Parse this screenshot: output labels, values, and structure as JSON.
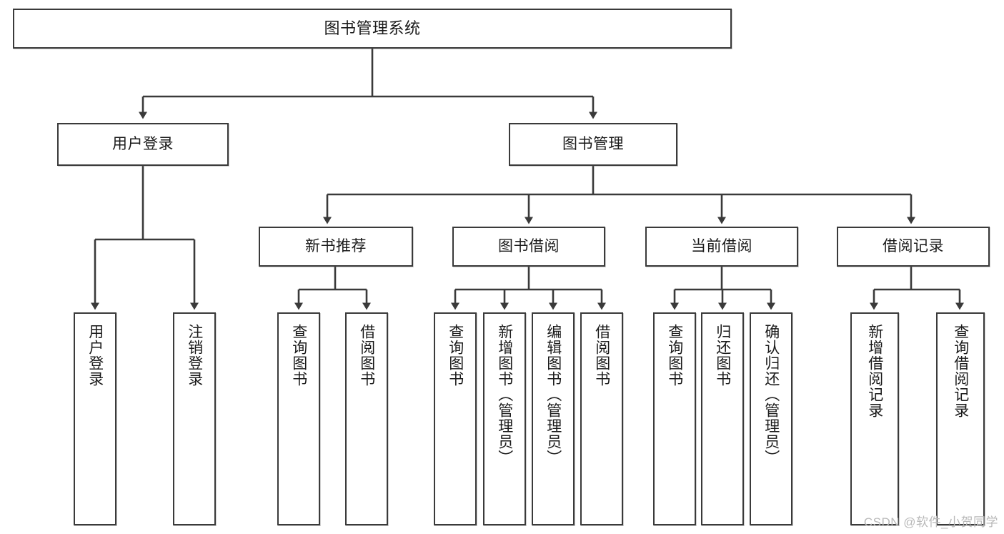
{
  "diagram": {
    "title": "图书管理系统",
    "type": "tree",
    "orientation": "top-down",
    "colors": {
      "box_border": "#3a3a3a",
      "box_fill": "#ffffff",
      "edge": "#3a3a3a",
      "text": "#1a1a1a",
      "watermark": "#b9b9b9"
    },
    "nodes": {
      "root": {
        "label": "图书管理系统",
        "level": 0,
        "orientation": "horizontal"
      },
      "user_login": {
        "label": "用户登录",
        "level": 1,
        "orientation": "horizontal"
      },
      "book_manage": {
        "label": "图书管理",
        "level": 1,
        "orientation": "horizontal"
      },
      "new_book_rec": {
        "label": "新书推荐",
        "level": 2,
        "orientation": "horizontal"
      },
      "book_borrow": {
        "label": "图书借阅",
        "level": 2,
        "orientation": "horizontal"
      },
      "current_borrow": {
        "label": "当前借阅",
        "level": 2,
        "orientation": "horizontal"
      },
      "borrow_record": {
        "label": "借阅记录",
        "level": 2,
        "orientation": "horizontal"
      },
      "leaf_user_login": {
        "label": "用户登录",
        "level": 2,
        "orientation": "vertical"
      },
      "leaf_user_logout": {
        "label": "注销登录",
        "level": 2,
        "orientation": "vertical"
      },
      "leaf_rec_query": {
        "label": "查询图书",
        "level": 3,
        "orientation": "vertical"
      },
      "leaf_rec_borrow": {
        "label": "借阅图书",
        "level": 3,
        "orientation": "vertical"
      },
      "leaf_borrow_query": {
        "label": "查询图书",
        "level": 3,
        "orientation": "vertical"
      },
      "leaf_borrow_add": {
        "label": "新增图书（管理员）",
        "level": 3,
        "orientation": "vertical"
      },
      "leaf_borrow_edit": {
        "label": "编辑图书（管理员）",
        "level": 3,
        "orientation": "vertical"
      },
      "leaf_borrow_lend": {
        "label": "借阅图书",
        "level": 3,
        "orientation": "vertical"
      },
      "leaf_cur_query": {
        "label": "查询图书",
        "level": 3,
        "orientation": "vertical"
      },
      "leaf_cur_return": {
        "label": "归还图书",
        "level": 3,
        "orientation": "vertical"
      },
      "leaf_cur_confirm": {
        "label": "确认归还（管理员）",
        "level": 3,
        "orientation": "vertical"
      },
      "leaf_rec_add": {
        "label": "新增借阅记录",
        "level": 3,
        "orientation": "vertical"
      },
      "leaf_rec_query2": {
        "label": "查询借阅记录",
        "level": 3,
        "orientation": "vertical"
      }
    },
    "edges": [
      {
        "from": "root",
        "to": "user_login"
      },
      {
        "from": "root",
        "to": "book_manage"
      },
      {
        "from": "user_login",
        "to": "leaf_user_login"
      },
      {
        "from": "user_login",
        "to": "leaf_user_logout"
      },
      {
        "from": "book_manage",
        "to": "new_book_rec"
      },
      {
        "from": "book_manage",
        "to": "book_borrow"
      },
      {
        "from": "book_manage",
        "to": "current_borrow"
      },
      {
        "from": "book_manage",
        "to": "borrow_record"
      },
      {
        "from": "new_book_rec",
        "to": "leaf_rec_query"
      },
      {
        "from": "new_book_rec",
        "to": "leaf_rec_borrow"
      },
      {
        "from": "book_borrow",
        "to": "leaf_borrow_query"
      },
      {
        "from": "book_borrow",
        "to": "leaf_borrow_add"
      },
      {
        "from": "book_borrow",
        "to": "leaf_borrow_edit"
      },
      {
        "from": "book_borrow",
        "to": "leaf_borrow_lend"
      },
      {
        "from": "current_borrow",
        "to": "leaf_cur_query"
      },
      {
        "from": "current_borrow",
        "to": "leaf_cur_return"
      },
      {
        "from": "current_borrow",
        "to": "leaf_cur_confirm"
      },
      {
        "from": "borrow_record",
        "to": "leaf_rec_add"
      },
      {
        "from": "borrow_record",
        "to": "leaf_rec_query2"
      }
    ]
  },
  "watermark": {
    "text": "CSDN @软件_小贺同学"
  }
}
